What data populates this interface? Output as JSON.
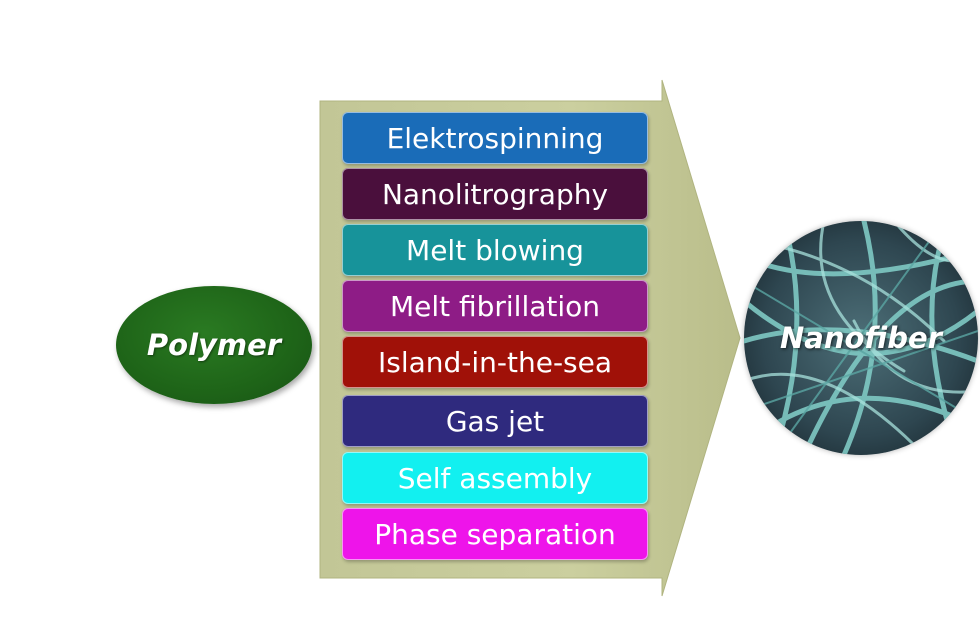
{
  "input": {
    "label": "Polymer"
  },
  "output": {
    "label": "Nanofiber"
  },
  "methods": [
    {
      "label": "Elektrospinning",
      "color": "#1a6cb8"
    },
    {
      "label": "Nanolitrography",
      "color": "#4a0f3c"
    },
    {
      "label": "Melt blowing",
      "color": "#17939a"
    },
    {
      "label": "Melt fibrillation",
      "color": "#8e1c86"
    },
    {
      "label": "Island-in-the-sea",
      "color": "#a01108"
    },
    {
      "label": "Gas jet",
      "color": "#2f2a7e"
    },
    {
      "label": "Self assembly",
      "color": "#12f0f0"
    },
    {
      "label": "Phase separation",
      "color": "#ee14ea"
    }
  ],
  "colors": {
    "arrow_fill": "#c8cc9c",
    "polymer_fill": "#1e6418"
  }
}
